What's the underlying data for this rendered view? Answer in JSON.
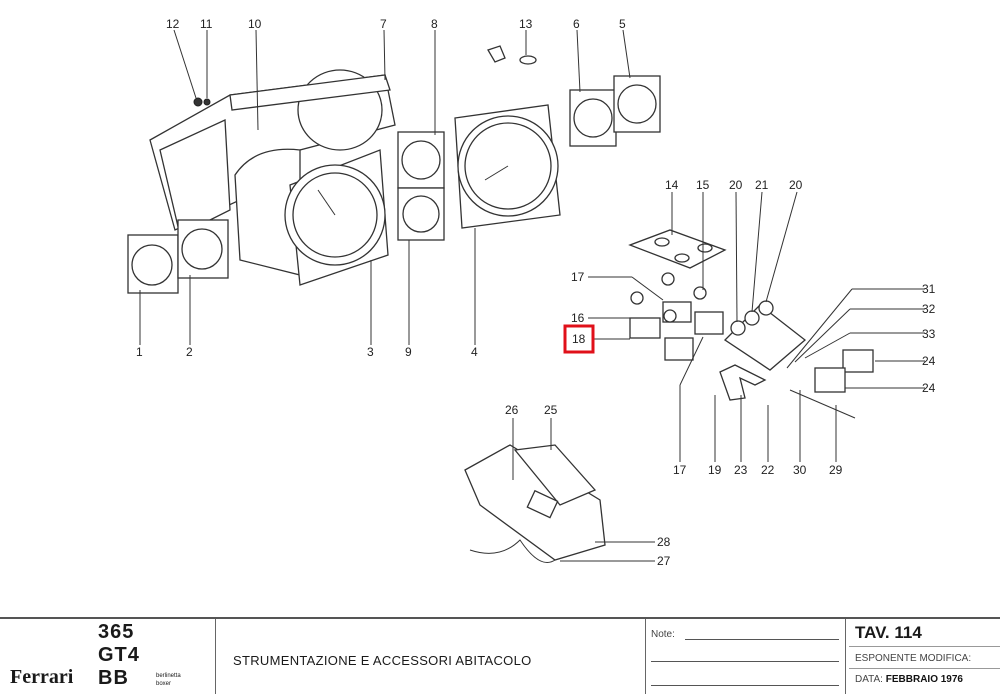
{
  "diagram": {
    "callouts": [
      "12",
      "11",
      "10",
      "7",
      "8",
      "13",
      "6",
      "5",
      "14",
      "15",
      "20",
      "21",
      "20",
      "17",
      "16",
      "18",
      "31",
      "32",
      "33",
      "24",
      "24",
      "1",
      "2",
      "3",
      "9",
      "4",
      "26",
      "25",
      "17",
      "19",
      "23",
      "22",
      "30",
      "29",
      "28",
      "27"
    ],
    "highlighted_callout": "18",
    "highlight_color": "#e0101a"
  },
  "titleblock": {
    "model_lines": [
      "365",
      "GT4",
      "BB"
    ],
    "brand": "Ferrari",
    "subtitle_lines": [
      "berlinetta",
      "boxer"
    ],
    "title": "STRUMENTAZIONE E ACCESSORI ABITACOLO",
    "note_label": "Note:",
    "tav": "TAV.  114",
    "esponente_label": "ESPONENTE MODIFICA:",
    "data_label": "DATA:",
    "data_value": "FEBBRAIO 1976"
  }
}
